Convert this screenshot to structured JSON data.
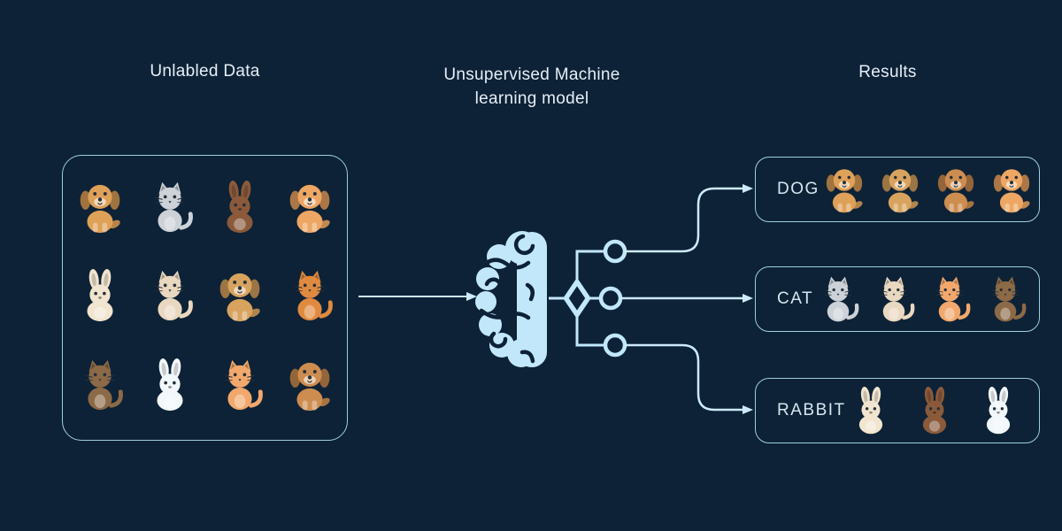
{
  "colors": {
    "background": "#0d2236",
    "connector_line": "#cdeafb",
    "box_border": "#9fcde2",
    "brain_fill": "#c2e7fb",
    "title_text": "#e6eef7",
    "label_text": "#d6e6f1"
  },
  "titles": {
    "unlabeled_data": "Unlabled Data",
    "model_line1": "Unsupervised Machine",
    "model_line2": "learning model",
    "results": "Results"
  },
  "model_icon": "brain-with-decision-tree",
  "unlabeled_box": {
    "animals": [
      {
        "name": "golden-retriever-puppy",
        "type": "dog",
        "color": "#dfa058"
      },
      {
        "name": "grey-kitten",
        "type": "cat",
        "color": "#cdd2d8"
      },
      {
        "name": "brown-rabbit",
        "type": "rabbit",
        "color": "#8a5a3b"
      },
      {
        "name": "shiba-inu-puppy",
        "type": "dog",
        "color": "#eda663"
      },
      {
        "name": "cream-rabbit",
        "type": "rabbit",
        "color": "#f1e5cf"
      },
      {
        "name": "siamese-cat",
        "type": "cat",
        "color": "#e9d8c0"
      },
      {
        "name": "golden-labrador-puppy",
        "type": "dog",
        "color": "#d8a35f"
      },
      {
        "name": "orange-tabby-cat",
        "type": "cat",
        "color": "#e08a40"
      },
      {
        "name": "brown-tabby-cat",
        "type": "cat",
        "color": "#8c6a47"
      },
      {
        "name": "white-rabbit",
        "type": "rabbit",
        "color": "#f2f7fb"
      },
      {
        "name": "orange-kitten",
        "type": "cat",
        "color": "#f2a86c"
      },
      {
        "name": "brown-puppy",
        "type": "dog",
        "color": "#cd8d50"
      }
    ]
  },
  "result_boxes": [
    {
      "label": "DOG",
      "animals": [
        {
          "name": "golden-retriever-puppy",
          "type": "dog",
          "color": "#dfa058"
        },
        {
          "name": "golden-labrador-puppy",
          "type": "dog",
          "color": "#d8a35f"
        },
        {
          "name": "brown-puppy",
          "type": "dog",
          "color": "#cd8d50"
        },
        {
          "name": "shiba-inu-puppy",
          "type": "dog",
          "color": "#eda663"
        }
      ]
    },
    {
      "label": "CAT",
      "animals": [
        {
          "name": "grey-kitten",
          "type": "cat",
          "color": "#cdd2d8"
        },
        {
          "name": "siamese-cat",
          "type": "cat",
          "color": "#e9d8c0"
        },
        {
          "name": "orange-kitten",
          "type": "cat",
          "color": "#f2a86c"
        },
        {
          "name": "brown-tabby-cat",
          "type": "cat",
          "color": "#8c6a47"
        }
      ]
    },
    {
      "label": "RABBIT",
      "animals": [
        {
          "name": "cream-rabbit",
          "type": "rabbit",
          "color": "#f1e5cf"
        },
        {
          "name": "brown-rabbit",
          "type": "rabbit",
          "color": "#8a5a3b"
        },
        {
          "name": "white-rabbit",
          "type": "rabbit",
          "color": "#f2f7fb"
        }
      ]
    }
  ]
}
